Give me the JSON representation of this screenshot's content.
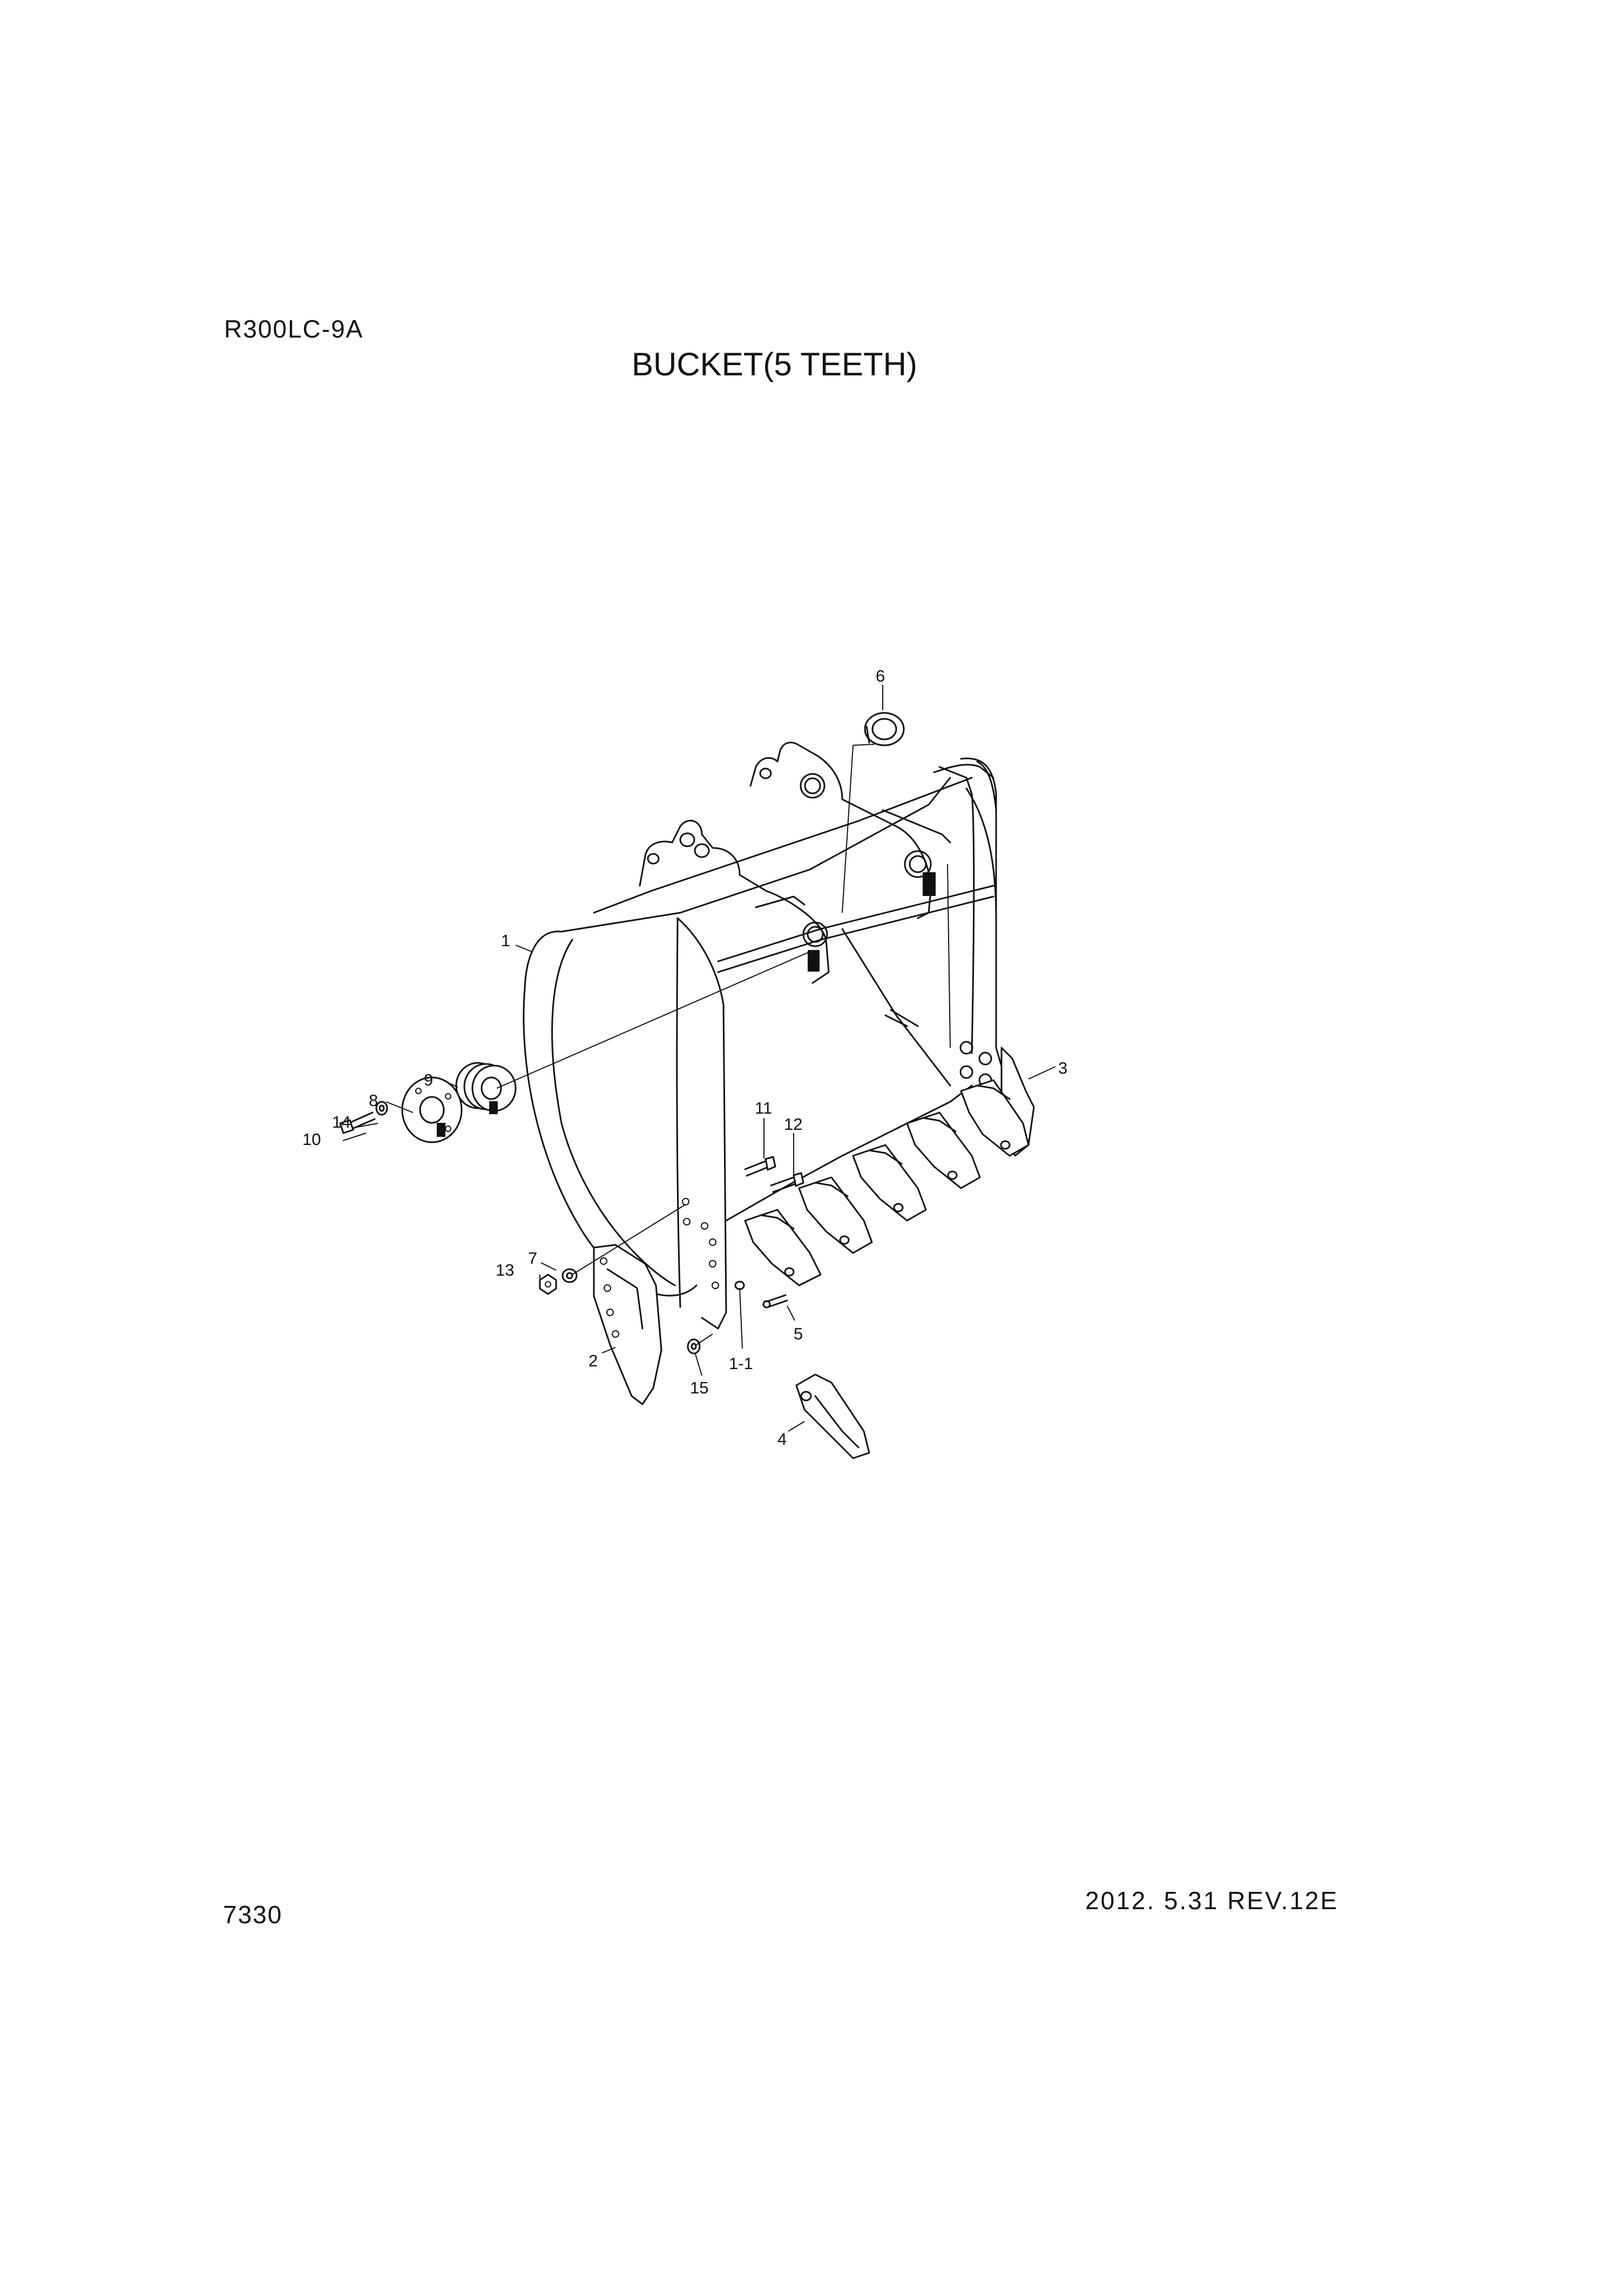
{
  "header": {
    "model": "R300LC-9A",
    "title": "BUCKET(5 TEETH)"
  },
  "footer": {
    "page_number": "7330",
    "revision": "2012. 5.31  REV.12E"
  },
  "callouts": {
    "c1": "1",
    "c1_1": "1-1",
    "c2": "2",
    "c3": "3",
    "c4": "4",
    "c5": "5",
    "c6": "6",
    "c7": "7",
    "c8": "8",
    "c9": "9",
    "c10": "10",
    "c11": "11",
    "c12": "12",
    "c13": "13",
    "c14": "14",
    "c15": "15"
  }
}
